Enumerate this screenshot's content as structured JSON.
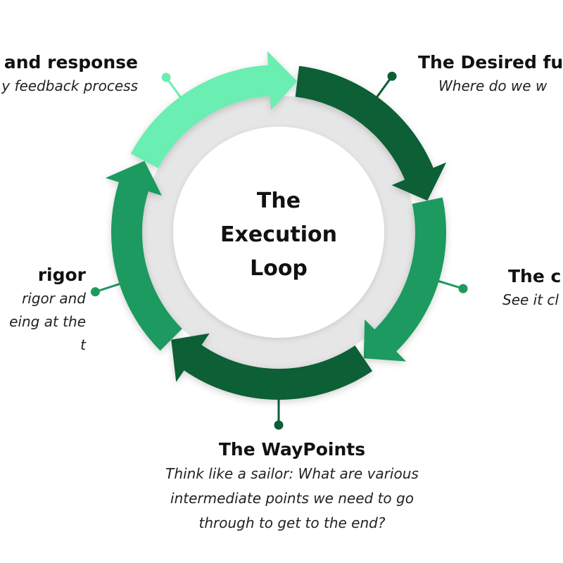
{
  "diagram": {
    "center_title": [
      "The",
      "Execution",
      "Loop"
    ],
    "colors": {
      "light_green": "#6AEEB2",
      "mid_green": "#1E9A5F",
      "dark_green": "#0B5E36",
      "ring_gray": "#E6E6E6",
      "center_white": "#FFFFFF",
      "text": "#111111"
    },
    "stages": [
      {
        "id": "feedback",
        "title": "and response",
        "description": [
          "y feedback process"
        ],
        "color_key": "light_green"
      },
      {
        "id": "desired-future",
        "title": "The Desired fut",
        "description": [
          "Where do we w"
        ],
        "color_key": "dark_green"
      },
      {
        "id": "clarity",
        "title": "The c",
        "description": [
          "See it cl"
        ],
        "color_key": "mid_green"
      },
      {
        "id": "waypoints",
        "title": "The WayPoints",
        "description": [
          "Think like a sailor: What are various",
          "intermediate points we need to go",
          "through to get to the end?"
        ],
        "color_key": "dark_green"
      },
      {
        "id": "rigor",
        "title": "rigor",
        "description": [
          "rigor and",
          "eing at the",
          "t"
        ],
        "color_key": "mid_green"
      }
    ]
  }
}
